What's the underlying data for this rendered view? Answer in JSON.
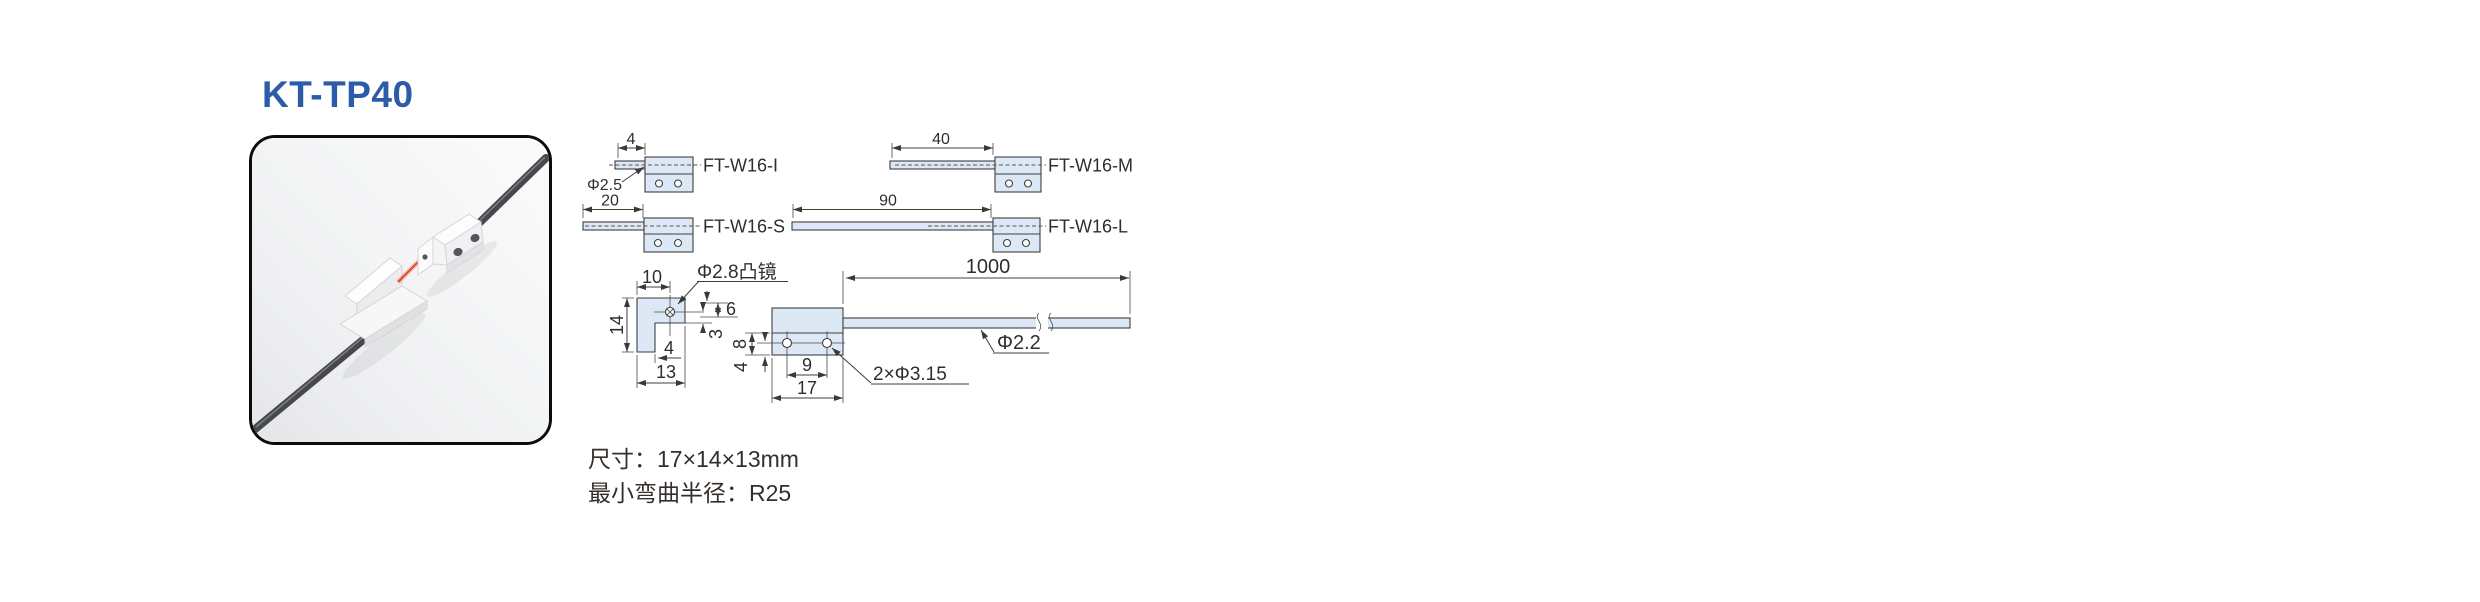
{
  "page": {
    "title": "KT-TP40"
  },
  "variants": [
    {
      "label": "FT-W16-I",
      "tip_length": "4",
      "tip_note": "Φ2.5"
    },
    {
      "label": "FT-W16-M",
      "tip_length": "40"
    },
    {
      "label": "FT-W16-S",
      "tip_length": "20"
    },
    {
      "label": "FT-W16-L",
      "tip_length": "90"
    }
  ],
  "detail_drawing": {
    "lens_label": "Φ2.8凸镜",
    "side_view": {
      "top_width": "10",
      "height": "14",
      "lens_depth": "6",
      "lens_to_step": "3",
      "foot_width": "4",
      "bottom_width": "13"
    },
    "front_view": {
      "lower_height": "8",
      "hole_offset": "4",
      "hole_pitch": "9",
      "width": "17",
      "holes_label": "2×Φ3.15"
    },
    "cable": {
      "length": "1000",
      "diameter": "Φ2.2"
    }
  },
  "specs": {
    "size": "尺寸：17×14×13mm",
    "min_bend_radius": "最小弯曲半径：R25"
  },
  "colors": {
    "accent_blue": "#2b5ba9",
    "drawing_fill": "#dce8f5",
    "laser_red": "#df4a31"
  }
}
